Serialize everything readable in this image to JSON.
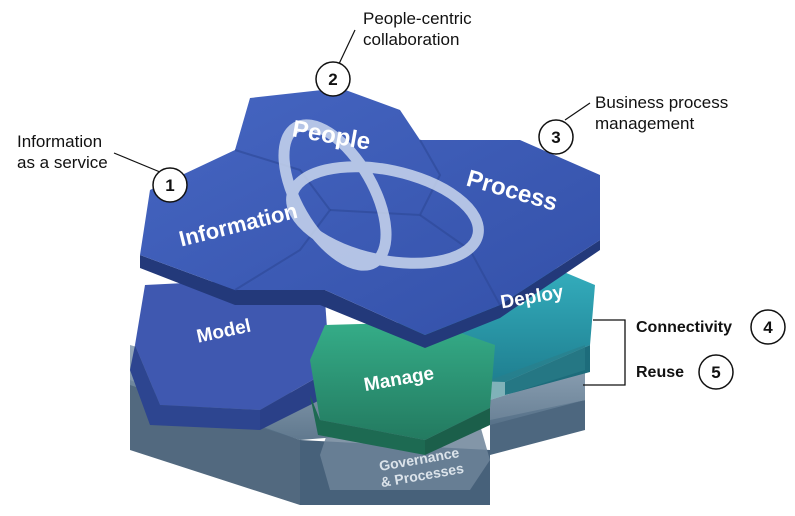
{
  "top_layer": {
    "labels": {
      "people": "People",
      "information": "Information",
      "process": "Process"
    }
  },
  "middle_layer": {
    "labels": {
      "model": "Model",
      "manage": "Manage",
      "deploy": "Deploy"
    }
  },
  "bottom_layer": {
    "labels": {
      "governance_line1": "Governance",
      "governance_line2": "& Processes"
    }
  },
  "callouts": [
    {
      "number": "1",
      "text_line1": "Information",
      "text_line2": "as a service"
    },
    {
      "number": "2",
      "text_line1": "People-centric",
      "text_line2": "collaboration"
    },
    {
      "number": "3",
      "text_line1": "Business process",
      "text_line2": "management"
    },
    {
      "number": "4",
      "text": "Connectivity"
    },
    {
      "number": "5",
      "text": "Reuse"
    }
  ],
  "colors": {
    "top_blue": "#3b5bb5",
    "model_blue": "#3f58b0",
    "manage_green": "#2e9a7a",
    "deploy_teal": "#2a9aab",
    "base_gray": "#6a8196",
    "ring": "#c9d6ee"
  }
}
